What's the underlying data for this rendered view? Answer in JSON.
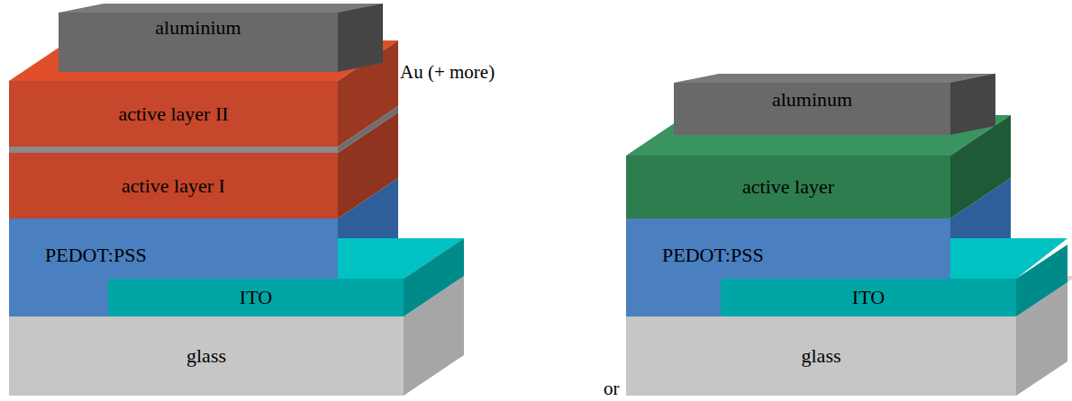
{
  "diagram": {
    "nodes": [
      {
        "text": [
          "aluminium"
        ]
      },
      {
        "text": [
          "active layer II"
        ]
      },
      {
        "text": [
          "active layer I"
        ]
      },
      {
        "text": [
          "PEDOT:PSS"
        ]
      },
      {
        "text": [
          "ITO"
        ]
      },
      {
        "text": [
          "glass"
        ]
      },
      {
        "text": [
          "aluminum"
        ]
      },
      {
        "text": [
          "active layer"
        ]
      },
      {
        "text": [
          "PEDOT:PSS"
        ]
      },
      {
        "text": [
          "ITO"
        ]
      },
      {
        "text": [
          "glass"
        ]
      }
    ],
    "labels": [
      "Au (+ more)",
      "or"
    ]
  }
}
